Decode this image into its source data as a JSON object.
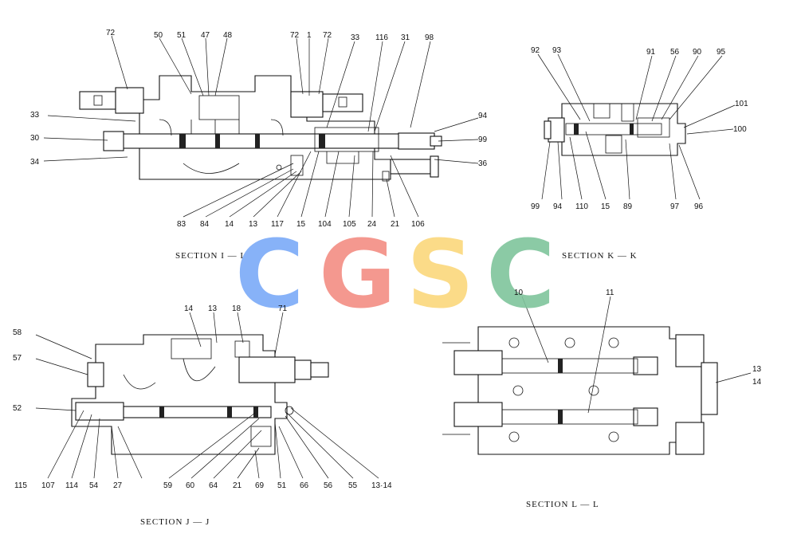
{
  "watermark": {
    "letters": [
      {
        "char": "C",
        "color": "#7aaaf7"
      },
      {
        "char": "G",
        "color": "#f38d83"
      },
      {
        "char": "S",
        "color": "#fbd77b"
      },
      {
        "char": "C",
        "color": "#7ec49b"
      }
    ]
  },
  "sections": {
    "ii": {
      "title": "SECTION   I — I",
      "labels": [
        "72",
        "50",
        "51",
        "47",
        "48",
        "72",
        "1",
        "72",
        "33",
        "116",
        "31",
        "98",
        "33",
        "30",
        "34",
        "94",
        "99",
        "36",
        "83",
        "84",
        "14",
        "13",
        "117",
        "15",
        "104",
        "105",
        "24",
        "21",
        "106"
      ]
    },
    "kk": {
      "title": "SECTION   K — K",
      "labels": [
        "92",
        "93",
        "91",
        "56",
        "90",
        "95",
        "101",
        "100",
        "99",
        "94",
        "110",
        "15",
        "89",
        "97",
        "96"
      ]
    },
    "jj": {
      "title": "SECTION   J — J",
      "labels": [
        "14",
        "13",
        "18",
        "71",
        "58",
        "57",
        "52",
        "115",
        "107",
        "114",
        "54",
        "27",
        "59",
        "60",
        "64",
        "21",
        "69",
        "51",
        "66",
        "56",
        "55",
        "13·14"
      ]
    },
    "ll": {
      "title": "SECTION   L — L",
      "labels": [
        "10",
        "11",
        "13",
        "14"
      ]
    }
  }
}
